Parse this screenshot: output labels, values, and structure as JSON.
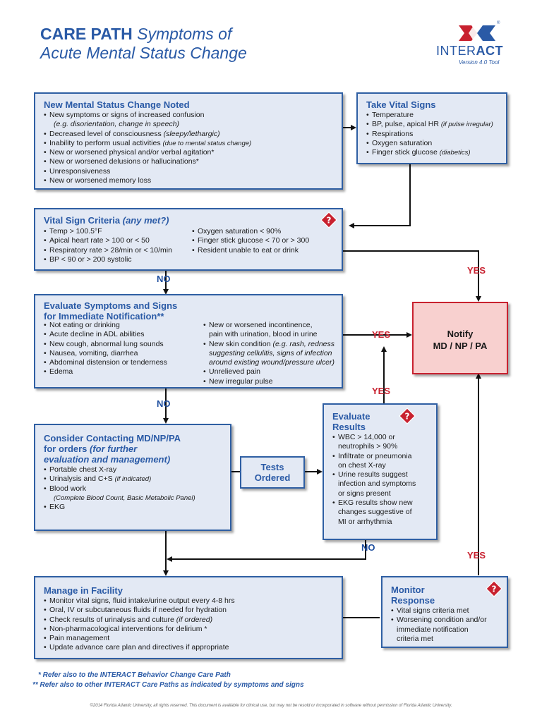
{
  "header": {
    "title_bold": "CARE PATH",
    "title_italic": "Symptoms of",
    "title_line2": "Acute Mental Status Change",
    "logo_text_inter": "INTER",
    "logo_text_act": "ACT",
    "logo_version": "Version 4.0 Tool",
    "logo_mark": "®"
  },
  "colors": {
    "blue": "#2a5aa6",
    "box_fill": "#e3e9f4",
    "red": "#c8212f",
    "notify_fill": "#f8d0cf"
  },
  "boxes": {
    "new_status": {
      "title": "New Mental Status Change Noted",
      "items": [
        {
          "text": "New symptoms or signs of increased confusion"
        },
        {
          "text": "(e.g. disorientation, change in speech)",
          "sub": true
        },
        {
          "text": "Decreased level of consciousness ",
          "note": "(sleepy/lethargic)"
        },
        {
          "text": "Inability to perform usual activities ",
          "note": "(due to mental status change)"
        },
        {
          "text": "New or worsened physical and/or verbal agitation*"
        },
        {
          "text": "New or worsened delusions or hallucinations*"
        },
        {
          "text": "Unresponsiveness"
        },
        {
          "text": "New or worsened memory loss"
        }
      ]
    },
    "vital_signs": {
      "title": "Take Vital Signs",
      "items": [
        {
          "text": "Temperature"
        },
        {
          "text": "BP, pulse, apical HR ",
          "note": "(if pulse irregular)"
        },
        {
          "text": "Respirations"
        },
        {
          "text": "Oxygen saturation"
        },
        {
          "text": "Finger stick glucose ",
          "note": "(diabetics)"
        }
      ]
    },
    "criteria": {
      "title": "Vital Sign Criteria ",
      "title_italic": "(any met?)",
      "left": [
        {
          "text": "Temp > 100.5°F"
        },
        {
          "text": "Apical heart rate > 100 or < 50"
        },
        {
          "text": "Respiratory rate > 28/min or < 10/min"
        },
        {
          "text": "BP < 90 or > 200 systolic"
        }
      ],
      "right": [
        {
          "text": "Oxygen saturation < 90%"
        },
        {
          "text": "Finger stick glucose < 70 or > 300"
        },
        {
          "text": "Resident unable to eat or drink"
        }
      ]
    },
    "evaluate": {
      "title1": "Evaluate Symptoms and Signs",
      "title2": "for Immediate Notification**",
      "left": [
        {
          "text": "Not eating or drinking"
        },
        {
          "text": "Acute decline in ADL abilities"
        },
        {
          "text": "New cough, abnormal lung sounds"
        },
        {
          "text": "Nausea, vomiting, diarrhea"
        },
        {
          "text": "Abdominal distension or tenderness"
        },
        {
          "text": "Edema"
        }
      ],
      "right": [
        {
          "text": "New or worsened incontinence,"
        },
        {
          "text": "pain with urination, blood in urine",
          "cont": true
        },
        {
          "text": "New skin condition ",
          "note": "(e.g. rash, redness"
        },
        {
          "text": "suggesting cellulitis, signs of infection",
          "cont": true,
          "italic": true
        },
        {
          "text": "around existing wound/pressure ulcer)",
          "cont": true,
          "italic": true
        },
        {
          "text": "Unrelieved pain"
        },
        {
          "text": "New irregular pulse"
        }
      ]
    },
    "consider": {
      "title1": "Consider Contacting MD/NP/PA",
      "title2": "for orders ",
      "title2_italic": "(for further",
      "title3": "evaluation and management)",
      "items": [
        {
          "text": "Portable chest X-ray"
        },
        {
          "text": "Urinalysis and C+S ",
          "note": "(if indicated)"
        },
        {
          "text": "Blood work"
        },
        {
          "text": "(Complete Blood Count, Basic Metabolic Panel)",
          "sub": true
        },
        {
          "text": "EKG"
        }
      ]
    },
    "tests": {
      "line1": "Tests",
      "line2": "Ordered"
    },
    "results": {
      "title1": "Evaluate",
      "title2": "Results",
      "items": [
        {
          "text": "WBC > 14,000 or"
        },
        {
          "text": "neutrophils > 90%",
          "cont": true
        },
        {
          "text": "Infiltrate or pneumonia"
        },
        {
          "text": "on chest X-ray",
          "cont": true
        },
        {
          "text": "Urine results suggest"
        },
        {
          "text": "infection and symptoms",
          "cont": true
        },
        {
          "text": "or signs present",
          "cont": true
        },
        {
          "text": "EKG results show new"
        },
        {
          "text": "changes suggestive of",
          "cont": true
        },
        {
          "text": "MI or arrhythmia",
          "cont": true
        }
      ]
    },
    "notify": {
      "line1": "Notify",
      "line2": "MD / NP / PA"
    },
    "manage": {
      "title": "Manage in Facility",
      "items": [
        {
          "text": "Monitor vital signs, fluid intake/urine output every 4-8 hrs"
        },
        {
          "text": "Oral, IV or subcutaneous fluids if needed for hydration"
        },
        {
          "text": "Check results of urinalysis and culture ",
          "note": "(if ordered)"
        },
        {
          "text": "Non-pharmacological interventions for delirium *"
        },
        {
          "text": "Pain management"
        },
        {
          "text": "Update advance care plan and directives if appropriate"
        }
      ]
    },
    "monitor": {
      "title1": "Monitor",
      "title2": "Response",
      "items": [
        {
          "text": "Vital signs criteria met"
        },
        {
          "text": "Worsening condition and/or"
        },
        {
          "text": "immediate notification",
          "cont": true
        },
        {
          "text": "criteria met",
          "cont": true
        }
      ]
    }
  },
  "flow_labels": {
    "yes": "YES",
    "no": "NO"
  },
  "footnotes": {
    "f1": "*  Refer also to the INTERACT Behavior Change Care Path",
    "f2": "**  Refer also to other INTERACT Care Paths as indicated by symptoms and signs"
  },
  "copyright": "©2014 Florida Atlantic University, all rights reserved. This document is available for clinical use, but may not be resold or incorporated in software without permission of Florida Atlantic University."
}
